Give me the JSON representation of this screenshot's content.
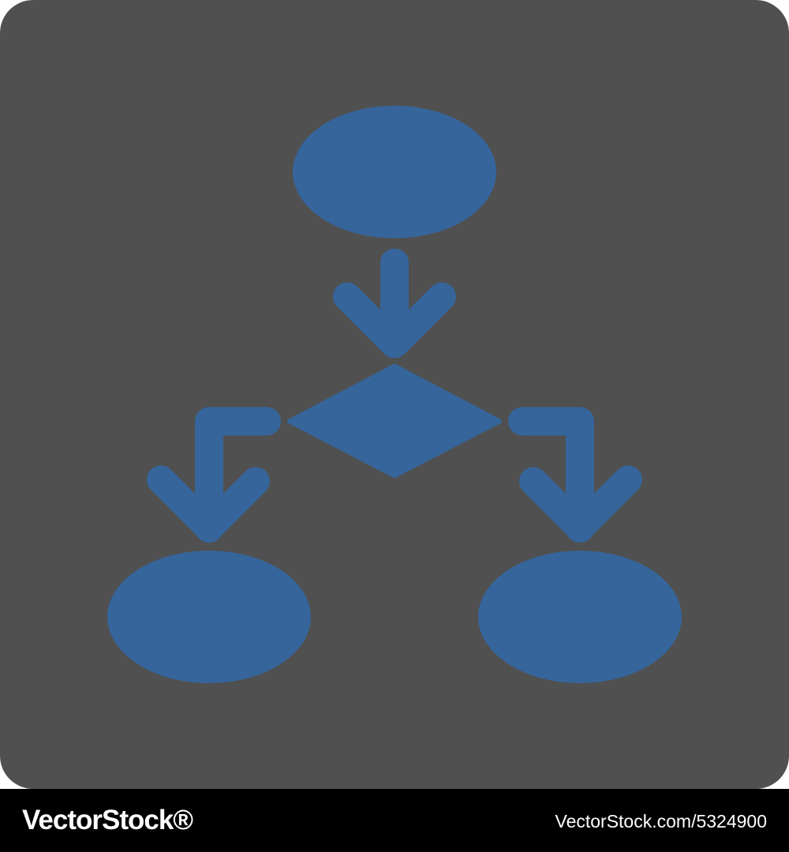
{
  "icon": {
    "name": "flowchart-icon",
    "colors": {
      "tile_background": "#505050",
      "shape_fill": "#35659a",
      "page_background": "#ffffff"
    },
    "shapes": [
      "ellipse",
      "diamond",
      "ellipse",
      "ellipse"
    ],
    "arrows": [
      "down",
      "left-down",
      "right-down"
    ]
  },
  "footer": {
    "brand": "VectorStock®",
    "image_id": "VectorStock.com/5324900",
    "colors": {
      "background": "#000000",
      "text": "#ffffff"
    }
  }
}
